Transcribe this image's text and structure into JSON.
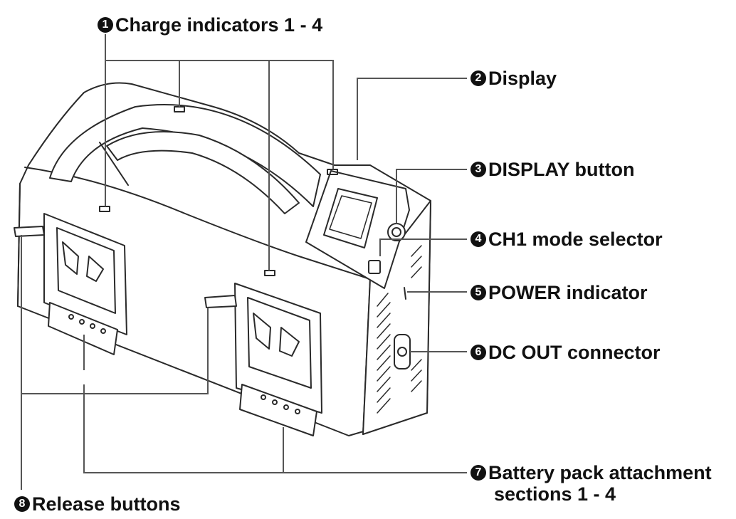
{
  "callouts": [
    {
      "number": "1",
      "label": "Charge indicators 1 - 4"
    },
    {
      "number": "2",
      "label": "Display"
    },
    {
      "number": "3",
      "label": "DISPLAY button"
    },
    {
      "number": "4",
      "label": "CH1 mode selector"
    },
    {
      "number": "5",
      "label": "POWER indicator"
    },
    {
      "number": "6",
      "label": "DC OUT connector"
    },
    {
      "number": "7",
      "label": "Battery pack attachment",
      "label_line2": "sections 1 - 4"
    },
    {
      "number": "8",
      "label": "Release buttons"
    }
  ],
  "colors": {
    "line": "#555555",
    "body": "#ffffff",
    "outline": "#2a2a2a",
    "shade": "#cfcfcf"
  },
  "icons": [
    "battery-charger-drawing",
    "battery-plate-icon",
    "lcd-display-icon"
  ]
}
